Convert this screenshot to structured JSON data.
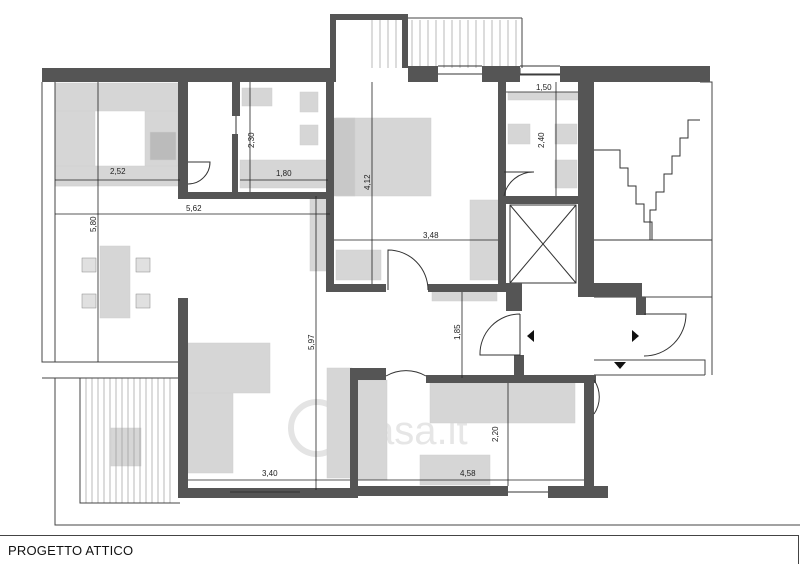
{
  "title": "PROGETTO ATTICO",
  "watermark": "casa.it",
  "dimensions": {
    "kitchen_width": "2,52",
    "living_depth": "5,80",
    "living_width": "5,62",
    "bath1_height": "2,30",
    "bath1_width": "1,80",
    "bedroom_depth": "4,12",
    "bedroom_width": "3,48",
    "bath2_width": "1,50",
    "bath2_height": "2,40",
    "hall_height": "1,85",
    "salon_depth": "5,97",
    "salon_width": "3,40",
    "room2_height": "2,20",
    "room2_width": "4,58"
  },
  "colors": {
    "wall": "#555555",
    "furniture": "#d4d4d4",
    "dimension_line": "#222222"
  }
}
